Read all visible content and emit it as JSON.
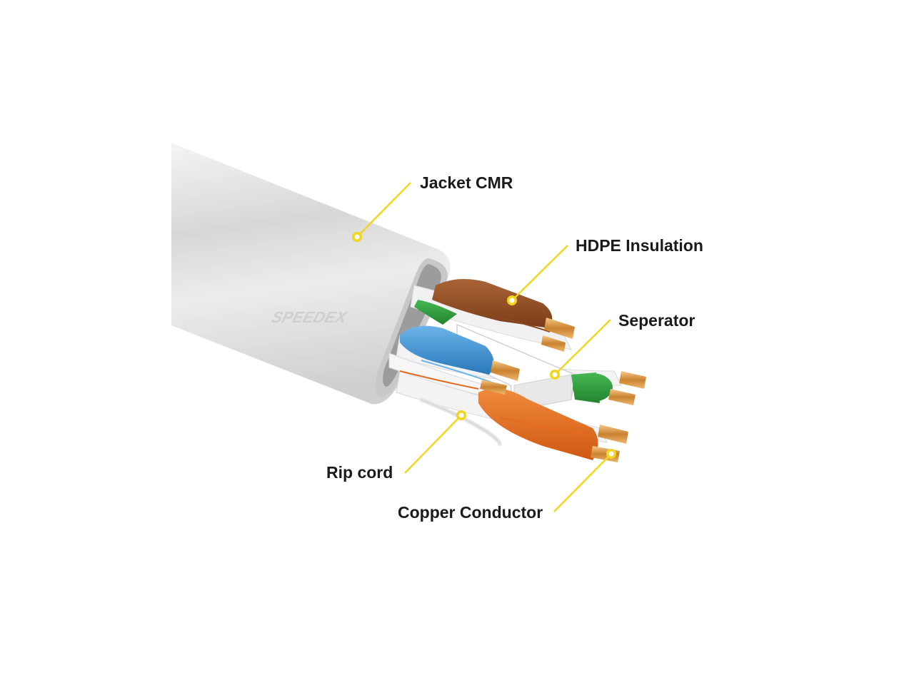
{
  "callouts": {
    "jacket": "Jacket CMR",
    "insulation": "HDPE Insulation",
    "separator": "Seperator",
    "rip_cord": "Rip cord",
    "conductor": "Copper Conductor"
  },
  "watermark": "SPEEDEX",
  "colors": {
    "jacket": "#e6e6e6",
    "leader": "#f2d51c",
    "brown": "#8a4a22",
    "green": "#2e9c3a",
    "blue": "#3d8fd0",
    "orange": "#e46a1e",
    "copper": "#d99a4a"
  }
}
